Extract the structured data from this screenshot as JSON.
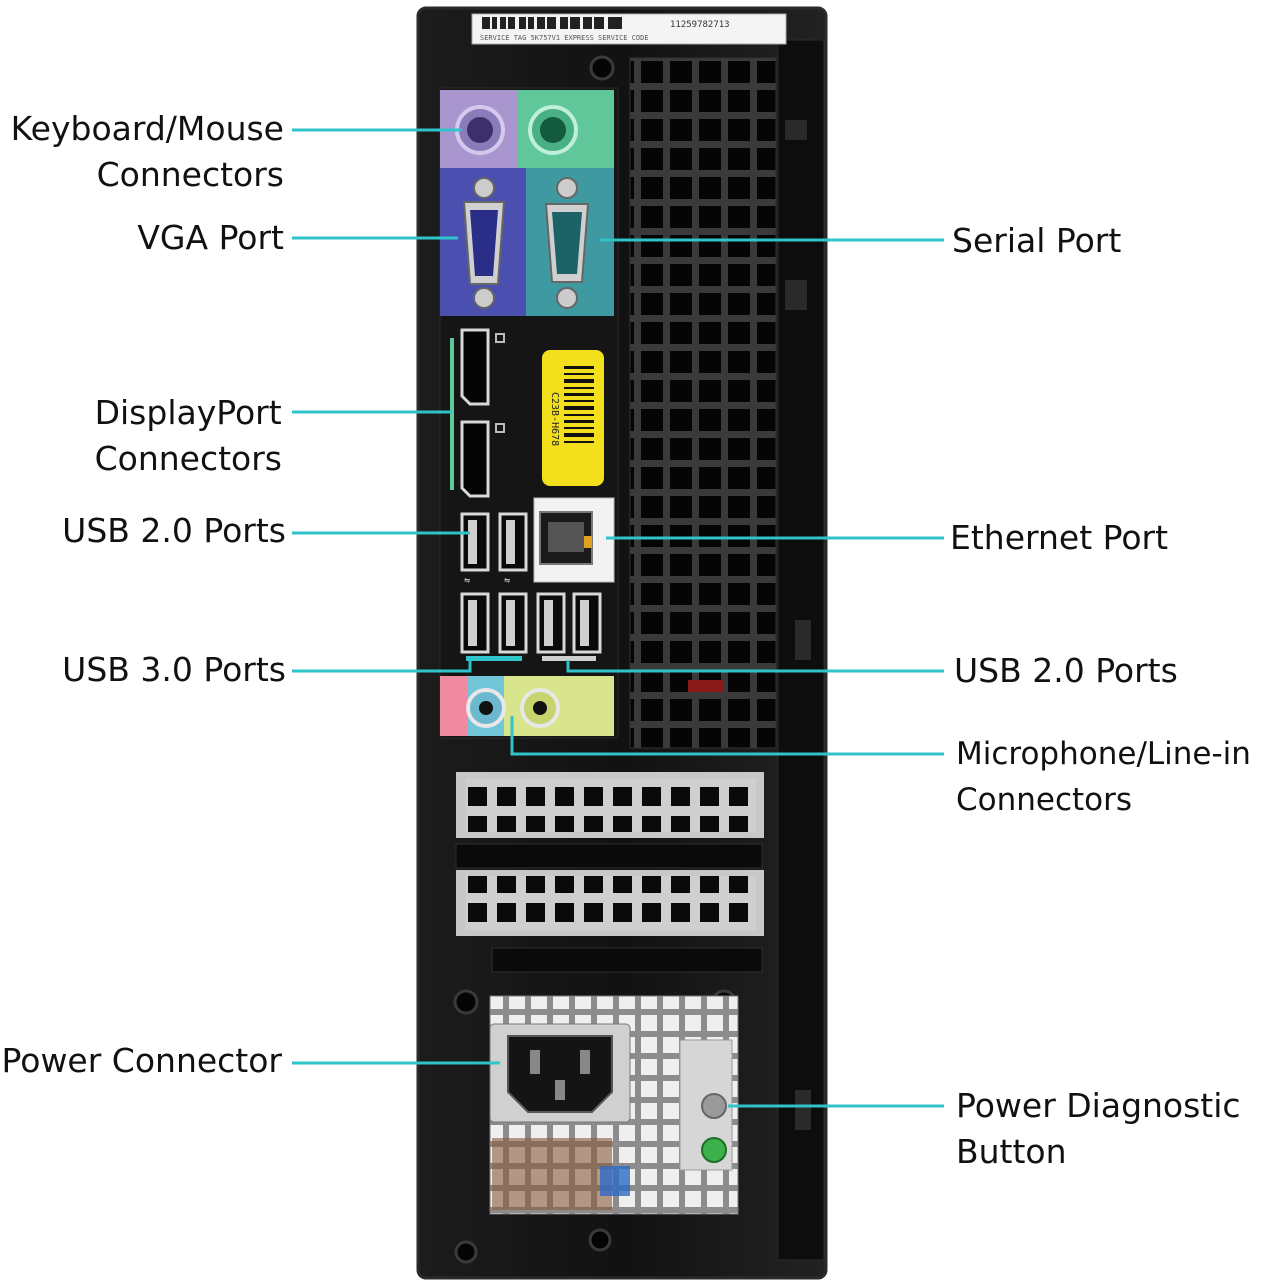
{
  "colors": {
    "leader": "#2ec4c9",
    "chassis": "#121212",
    "ps2_keyboard": "#a996cf",
    "ps2_mouse": "#5fc79a",
    "vga": "#4a4fb0",
    "serial": "#3e9aa0",
    "audio_in": "#f08aa0",
    "audio_line": "#72c6d8",
    "audio_out": "#d8e58c",
    "asset_tag": "#f4df1c"
  },
  "service_tag": {
    "number": "11259782713",
    "caption": "SERVICE  TAG 5K757V1  EXPRESS SERVICE CODE"
  },
  "asset_sticker_code": "C23B-H678",
  "labels": {
    "keyboard_mouse": [
      "Keyboard/Mouse",
      "Connectors"
    ],
    "vga": [
      "VGA Port"
    ],
    "displayport": [
      "DisplayPort",
      "Connectors"
    ],
    "usb2_left": [
      "USB 2.0 Ports"
    ],
    "usb3": [
      "USB 3.0 Ports"
    ],
    "power_connector": [
      "Power Connector"
    ],
    "serial": [
      "Serial Port"
    ],
    "ethernet": [
      "Ethernet Port"
    ],
    "usb2_right": [
      "USB 2.0 Ports"
    ],
    "mic_line_in": [
      "Microphone/Line-in",
      "Connectors"
    ],
    "power_diag": [
      "Power Diagnostic",
      "Button"
    ]
  }
}
